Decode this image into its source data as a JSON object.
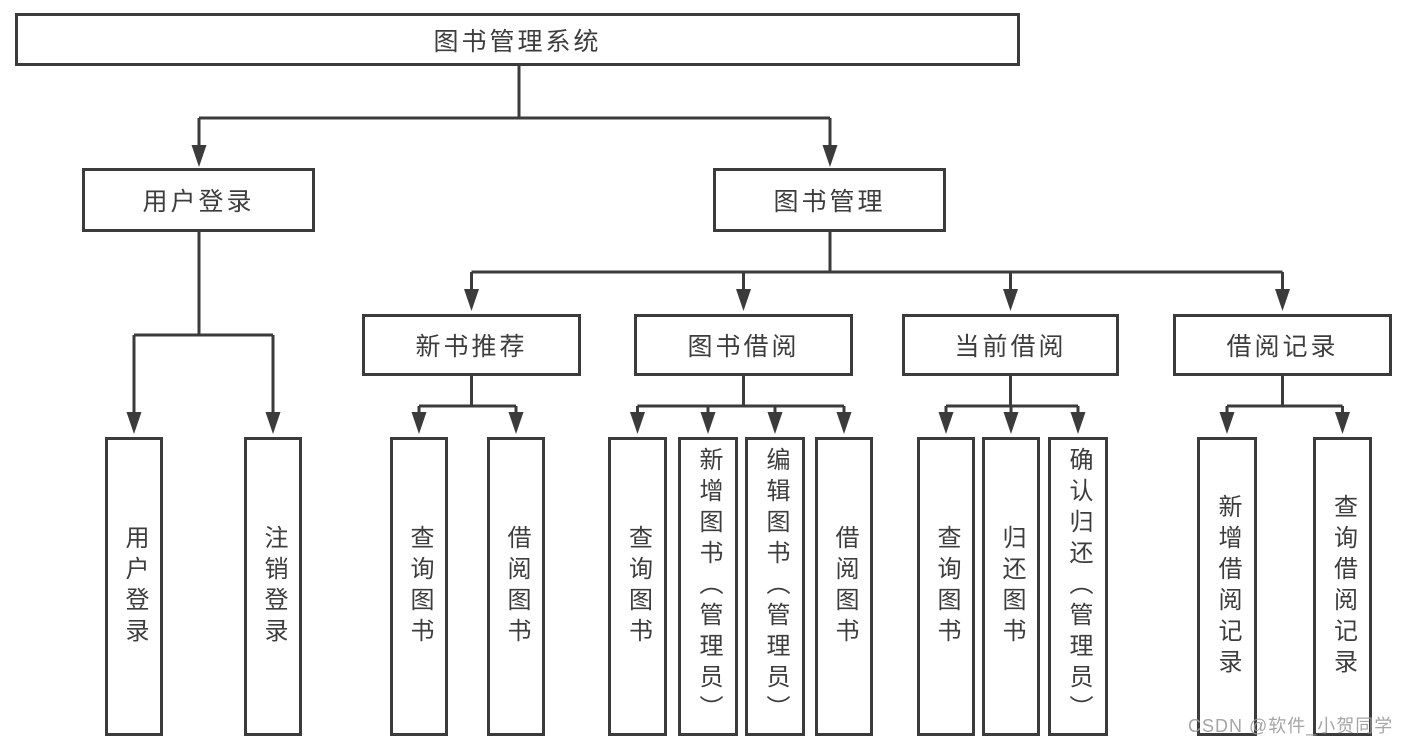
{
  "diagram": {
    "root": {
      "label": "图书管理系统"
    },
    "level2": [
      {
        "label": "用户登录"
      },
      {
        "label": "图书管理"
      }
    ],
    "level3": [
      {
        "label": "新书推荐"
      },
      {
        "label": "图书借阅"
      },
      {
        "label": "当前借阅"
      },
      {
        "label": "借阅记录"
      }
    ],
    "leaves": {
      "user_login": [
        {
          "label": "用户登录"
        },
        {
          "label": "注销登录"
        }
      ],
      "new_book_recommend": [
        {
          "label": "查询图书"
        },
        {
          "label": "借阅图书"
        }
      ],
      "book_borrow": [
        {
          "label": "查询图书"
        },
        {
          "label": "新增图书（管理员）"
        },
        {
          "label": "编辑图书（管理员）"
        },
        {
          "label": "借阅图书"
        }
      ],
      "current_borrow": [
        {
          "label": "查询图书"
        },
        {
          "label": "归还图书"
        },
        {
          "label": "确认归还（管理员）"
        }
      ],
      "borrow_records": [
        {
          "label": "新增借阅记录"
        },
        {
          "label": "查询借阅记录"
        }
      ]
    },
    "colors": {
      "line": "#3b3b3b",
      "text": "#3d3d3d",
      "background": "#ffffff",
      "watermark_text": "#9b9b9b"
    }
  },
  "watermark": {
    "text": "CSDN @软件_小贺同学"
  }
}
